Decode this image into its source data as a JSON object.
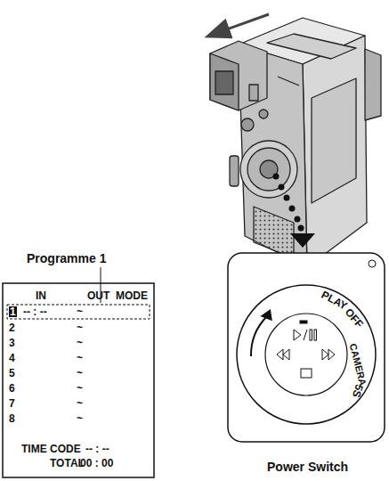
{
  "diagram": {
    "labels": [
      "Programme 1",
      "IN",
      "OUT",
      "MODE",
      "1",
      "-- : --",
      "~",
      "2",
      "~",
      "3",
      "~",
      "4",
      "~",
      "5",
      "~",
      "6",
      "~",
      "7",
      "~",
      "8",
      "~",
      "TIME CODE",
      "-- : --",
      "TOTAL",
      "00 : 00",
      "Power Switch",
      "PLAY",
      "OFF",
      "CAMERA",
      "5S"
    ]
  }
}
